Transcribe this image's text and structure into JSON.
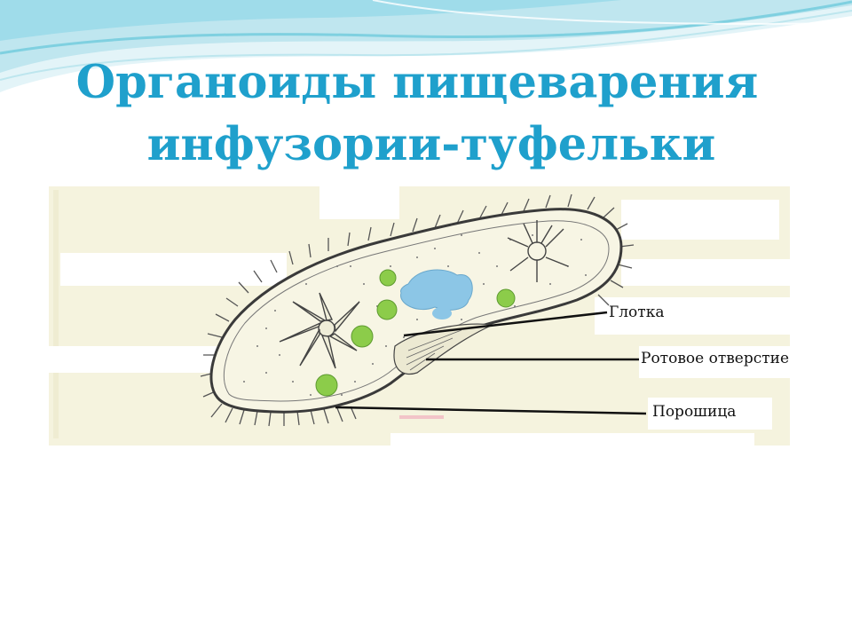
{
  "title": {
    "line1": "Органоиды пищеварения",
    "line2": "инфузории-туфельки"
  },
  "labels": {
    "pharynx": "Глотка",
    "mouth": "Ротовое отверстие",
    "anus": "Порошица"
  },
  "colors": {
    "title": "#1fa0cc",
    "wave": "#7fd0e0",
    "paper": "#f5f3de",
    "cell_outline": "#3a3a3a",
    "vacuole_green": "#8ccc4a",
    "vacuole_blue": "#8cc6e6"
  }
}
